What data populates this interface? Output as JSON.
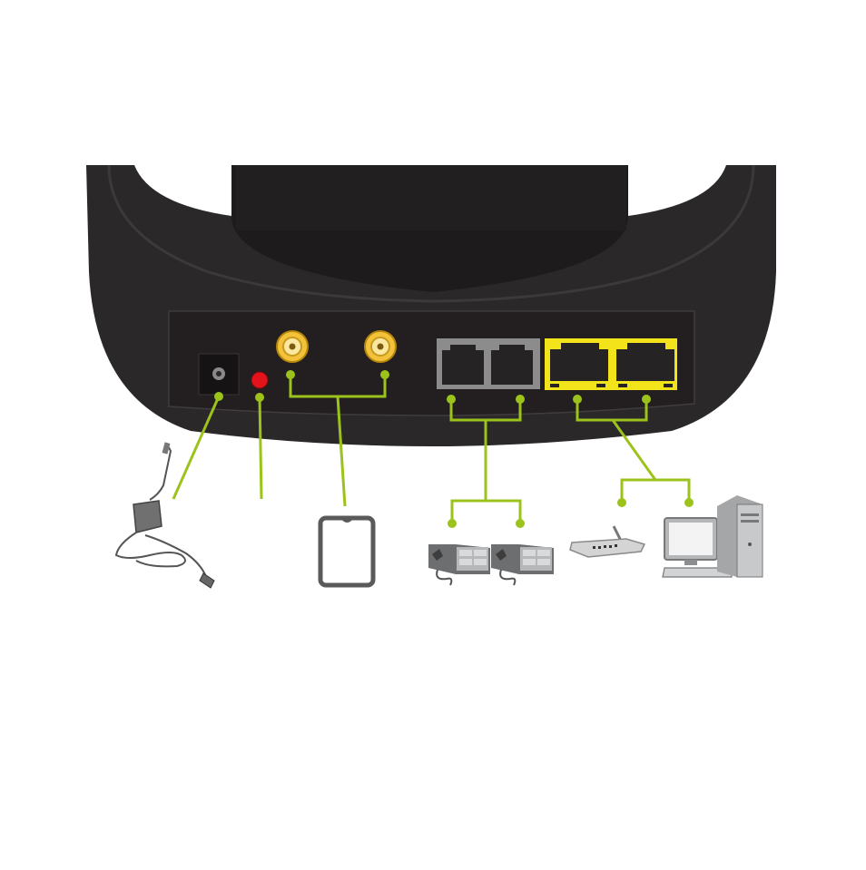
{
  "diagram": {
    "colors": {
      "background": "#ffffff",
      "device_body": "#2b2829",
      "device_edge": "#3a3637",
      "panel": "#1c1a1b",
      "connector_line": "#9bc31c",
      "rj11_frame": "#8c8c8c",
      "ethernet_frame": "#f2e31b",
      "reset_button": "#e3131c",
      "coax_gold": "#f2c23a"
    },
    "ports": [
      {
        "name": "power-jack",
        "icon": "dc-jack-icon"
      },
      {
        "name": "reset-button",
        "icon": "red-button-icon"
      },
      {
        "name": "coax-port-1",
        "icon": "coax-connector-icon"
      },
      {
        "name": "coax-port-2",
        "icon": "coax-connector-icon"
      },
      {
        "name": "phone-port-1",
        "icon": "rj11-port-icon"
      },
      {
        "name": "phone-port-2",
        "icon": "rj11-port-icon"
      },
      {
        "name": "ethernet-port-1",
        "icon": "rj45-port-icon"
      },
      {
        "name": "ethernet-port-2",
        "icon": "rj45-port-icon"
      }
    ],
    "peripherals": [
      {
        "name": "power-adapter",
        "icon": "power-adapter-icon"
      },
      {
        "name": "coax-device",
        "icon": "tablet-icon"
      },
      {
        "name": "telephone-1",
        "icon": "telephone-icon"
      },
      {
        "name": "telephone-2",
        "icon": "telephone-icon"
      },
      {
        "name": "wireless-router",
        "icon": "router-icon"
      },
      {
        "name": "desktop-computer",
        "icon": "computer-icon"
      }
    ]
  }
}
